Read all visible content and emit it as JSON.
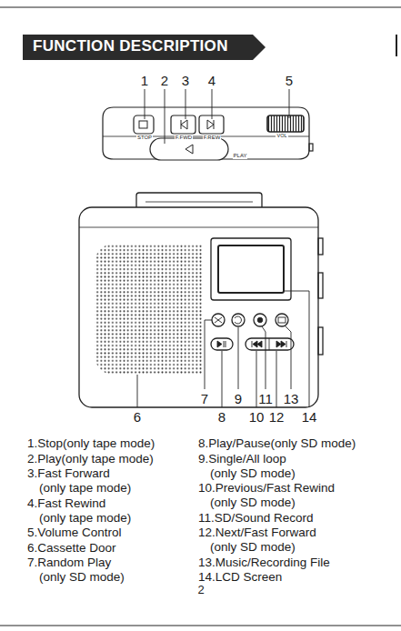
{
  "diagram": {
    "title": "FUNCTION DESCRIPTION",
    "labels": [
      "1",
      "2",
      "3",
      "4",
      "5",
      "STOP",
      "F.FWD",
      "F.REW",
      "PLAY",
      "VOL",
      "6",
      "7",
      "8",
      "9",
      "10",
      "11",
      "12",
      "13",
      "14",
      "1.Stop(only tape mode)",
      "2.Play(only tape mode)",
      "3.Fast Forward (only tape mode)",
      "4.Fast Rewind (only tape mode)",
      "5.Volume Control",
      "6.Cassette Door",
      "7.Random Play (only SD mode)",
      "8.Play/Pause(only SD mode)",
      "9.Single/All loop (only SD mode)",
      "10.Previous/Fast Rewind (only SD mode)",
      "11.SD/Sound Record",
      "12.Next/Fast Forward (only SD mode)",
      "13.Music/Recording File",
      "14.LCD Screen",
      "2"
    ]
  }
}
